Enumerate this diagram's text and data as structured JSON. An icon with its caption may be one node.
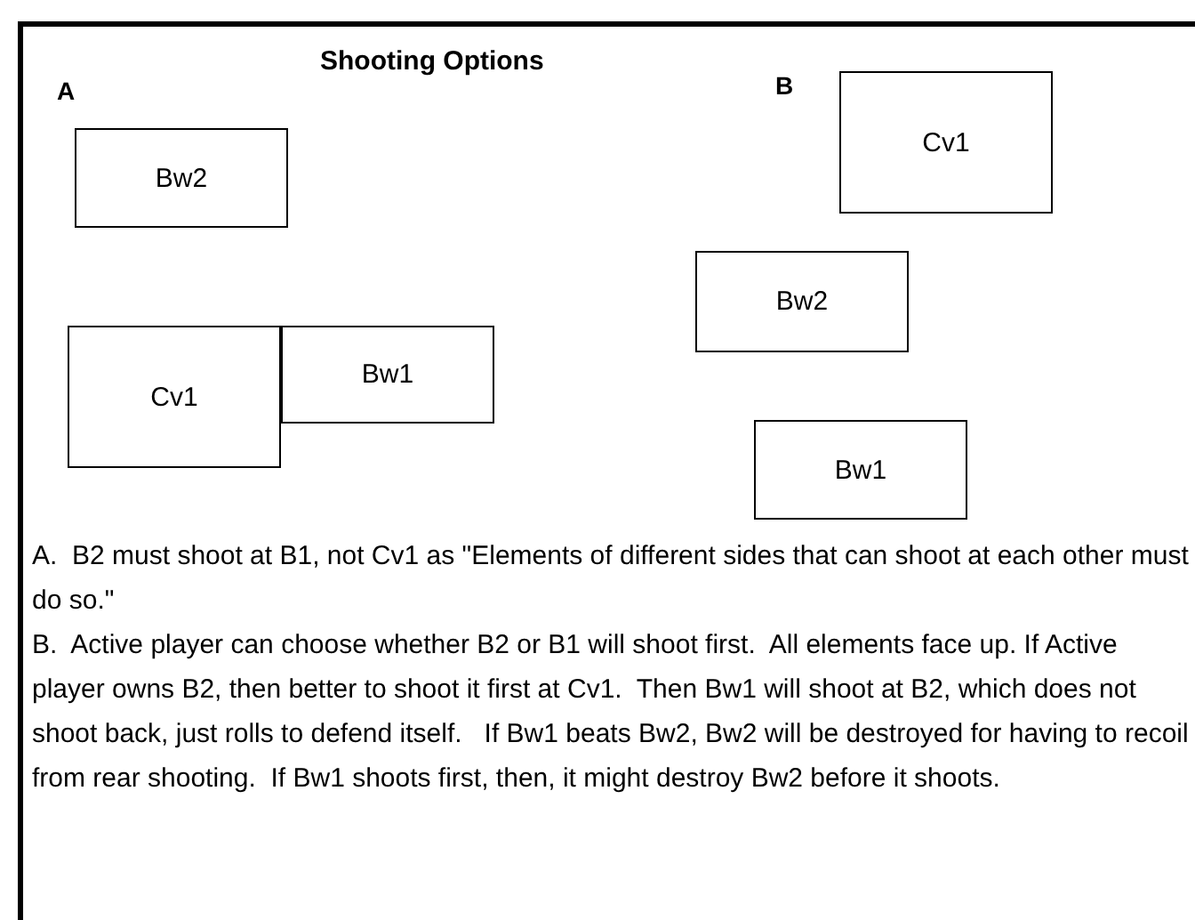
{
  "diagram": {
    "title": "Shooting Options",
    "nodes": [
      {
        "text": [
          "Bw2"
        ]
      },
      {
        "text": [
          "Cv1"
        ]
      },
      {
        "text": [
          "Bw1"
        ]
      },
      {
        "text": [
          "Cv1"
        ]
      },
      {
        "text": [
          "Bw2"
        ]
      },
      {
        "text": [
          "Bw1"
        ]
      }
    ],
    "edges": [],
    "labels": [
      "A",
      "B",
      "A.  B2 must shoot at B1, not Cv1 as \"Elements of different sides that can shoot at each other must do so.\"",
      "B.  Active player can choose whether B2 or B1 will shoot first.  All elements face up. If Active player owns B2, then better to shoot it first at Cv1.  Then Bw1 will shoot at B2, which does not shoot back, just rolls to defend itself.   If Bw1 beats Bw2, Bw2 will be destroyed for having to recoil from rear shooting.  If Bw1 shoots first, then, it might destroy Bw2 before it shoots."
    ]
  }
}
